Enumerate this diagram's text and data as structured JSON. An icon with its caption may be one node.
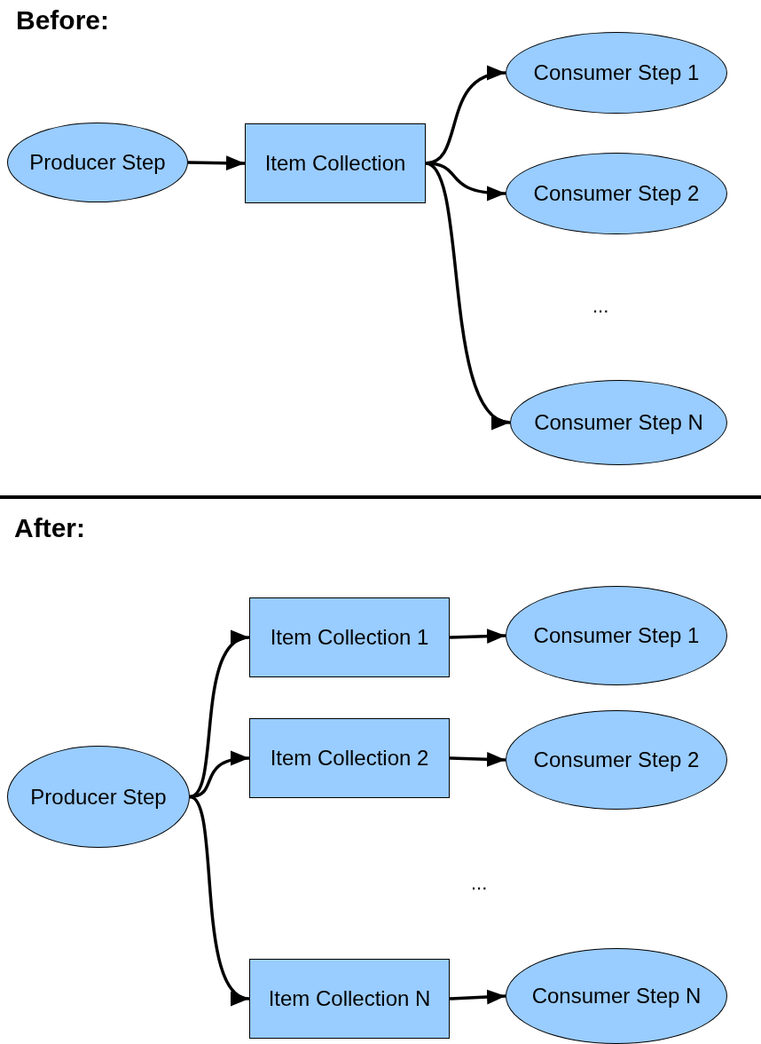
{
  "diagram": {
    "nodes": [
      {
        "text": [
          "Producer Step"
        ]
      },
      {
        "text": [
          "Item Collection"
        ]
      },
      {
        "text": [
          "Consumer Step 1"
        ]
      },
      {
        "text": [
          "Consumer Step 2"
        ]
      },
      {
        "text": [
          "Consumer Step N"
        ]
      },
      {
        "text": [
          "Producer Step"
        ]
      },
      {
        "text": [
          "Item Collection 1"
        ]
      },
      {
        "text": [
          "Consumer Step 1"
        ]
      },
      {
        "text": [
          "Item Collection 2"
        ]
      },
      {
        "text": [
          "Consumer Step 2"
        ]
      },
      {
        "text": [
          "Item Collection N"
        ]
      },
      {
        "text": [
          "Consumer Step N"
        ]
      }
    ],
    "edges": [
      {
        "from": 0,
        "to": 1,
        "arrow": "to"
      },
      {
        "from": 1,
        "to": 2,
        "arrow": "to"
      },
      {
        "from": 1,
        "to": 3,
        "arrow": "to"
      },
      {
        "from": 1,
        "to": 4,
        "arrow": "to"
      },
      {
        "from": 5,
        "to": 6,
        "arrow": "to"
      },
      {
        "from": 5,
        "to": 8,
        "arrow": "to"
      },
      {
        "from": 5,
        "to": 10,
        "arrow": "to"
      },
      {
        "from": 6,
        "to": 7,
        "arrow": "to"
      },
      {
        "from": 8,
        "to": 9,
        "arrow": "to"
      },
      {
        "from": 10,
        "to": 11,
        "arrow": "to"
      }
    ],
    "labels": [
      "Before:",
      "...",
      "After:",
      "..."
    ]
  }
}
